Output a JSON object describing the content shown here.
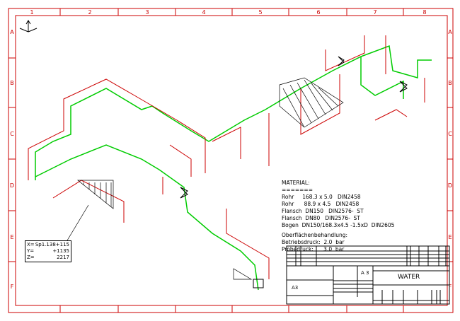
{
  "frame": {
    "columns": [
      "1",
      "2",
      "3",
      "4",
      "5",
      "6",
      "7",
      "8"
    ],
    "rows": [
      "A",
      "B",
      "C",
      "D",
      "E",
      "F"
    ],
    "border_color": "#cc0000"
  },
  "colors": {
    "pipe": "#00cc00",
    "dimension": "#cc0000",
    "annotation": "#000000",
    "flow": "#00aaff"
  },
  "material": {
    "heading": "MATERIAL:",
    "underline": "=======",
    "lines": [
      "Rohr     168.3 x 5.0   DIN2458",
      "Rohr      88.9 x 4.5   DIN2458",
      "Flansch  DN150   DIN2576-  ST",
      "Flansch  DN80   DIN2576-  ST",
      "Bogen  DN150/168.3x4.5 -1.5xD  DIN2605"
    ],
    "surface": "Oberflächenbehandlung:",
    "operating_pressure": "Betriebsdruck:  2.0  bar",
    "test_pressure": "Probedruck:      3.0  bar"
  },
  "coordinates": {
    "x_label": "X=",
    "x_value": "Sp1.138+115",
    "y_label": "Y=",
    "y_value": "+1135",
    "z_label": "Z=",
    "z_value": "2217"
  },
  "title_block": {
    "format": "A 3",
    "sheet_format": "A3",
    "title": "WATER"
  }
}
